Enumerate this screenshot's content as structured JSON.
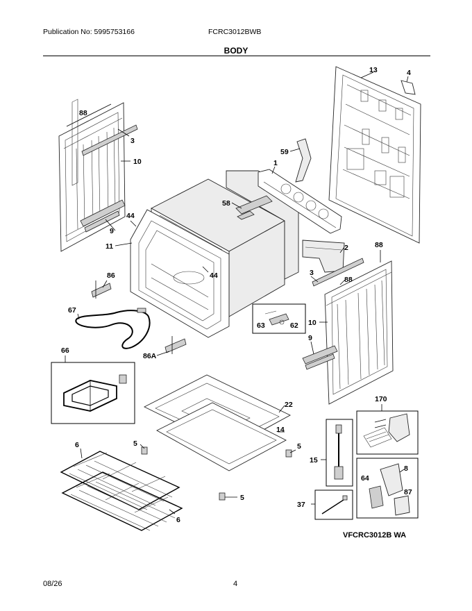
{
  "header": {
    "publication": "Publication No: 5995753166",
    "model": "FCRC3012BWB",
    "section_title": "BODY"
  },
  "footer": {
    "date": "08/26",
    "page": "4"
  },
  "diagram": {
    "model_code": "VFCRC3012B WA",
    "callouts": {
      "c88_left": "88",
      "c3_left": "3",
      "c10_left": "10",
      "c44_top": "44",
      "c9_left": "9",
      "c11": "11",
      "c86": "86",
      "c44_mid": "44",
      "c67": "67",
      "c86A": "86A",
      "c66": "66",
      "c58": "58",
      "c59": "59",
      "c1": "1",
      "c13": "13",
      "c4": "4",
      "c2": "2",
      "c88_right": "88",
      "c3_right": "3",
      "c88_mid": "88",
      "c63": "63",
      "c62": "62",
      "c10_right": "10",
      "c9_right": "9",
      "c22": "22",
      "c14": "14",
      "c5_a": "5",
      "c5_b": "5",
      "c5_c": "5",
      "c6_top": "6",
      "c6_bottom": "6",
      "c170": "170",
      "c15": "15",
      "c8": "8",
      "c64": "64",
      "c87": "87",
      "c37": "37"
    }
  }
}
